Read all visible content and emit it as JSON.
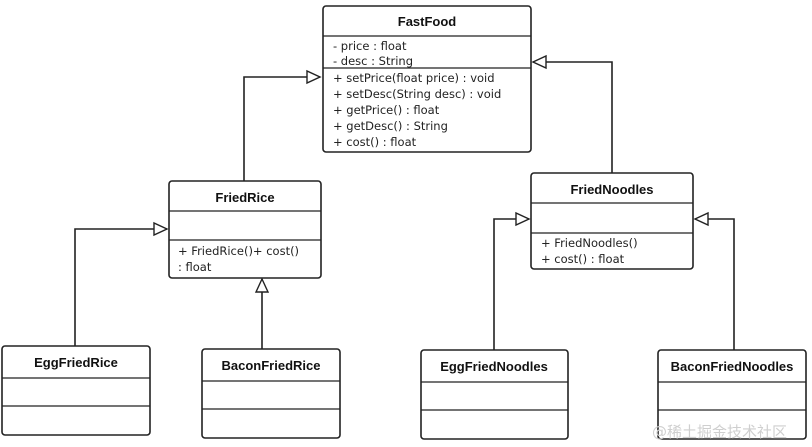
{
  "diagram": {
    "classes": {
      "fastfood": {
        "name": "FastFood",
        "attributes": [
          "- price : float",
          "- desc : String"
        ],
        "methods": [
          "+ setPrice(float price) : void",
          "+ setDesc(String desc) : void",
          "+ getPrice() : float",
          "+ getDesc() : String",
          "+ cost() : float"
        ]
      },
      "friedrice": {
        "name": "FriedRice",
        "methods": [
          "+ FriedRice()+ cost()",
          ": float"
        ]
      },
      "friednoodles": {
        "name": "FriedNoodles",
        "methods": [
          "+ FriedNoodles()",
          "+ cost() : float"
        ]
      },
      "eggfriedrice": {
        "name": "EggFriedRice"
      },
      "baconfriedrice": {
        "name": "BaconFriedRice"
      },
      "eggfriednoodles": {
        "name": "EggFriedNoodles"
      },
      "baconfriednoodles": {
        "name": "BaconFriedNoodles"
      }
    },
    "relations": [
      {
        "from": "FriedRice",
        "to": "FastFood",
        "type": "generalization"
      },
      {
        "from": "FriedNoodles",
        "to": "FastFood",
        "type": "generalization"
      },
      {
        "from": "EggFriedRice",
        "to": "FriedRice",
        "type": "generalization"
      },
      {
        "from": "BaconFriedRice",
        "to": "FriedRice",
        "type": "generalization"
      },
      {
        "from": "EggFriedNoodles",
        "to": "FriedNoodles",
        "type": "generalization"
      },
      {
        "from": "BaconFriedNoodles",
        "to": "FriedNoodles",
        "type": "generalization"
      }
    ]
  },
  "watermark": "@稀土掘金技术社区"
}
